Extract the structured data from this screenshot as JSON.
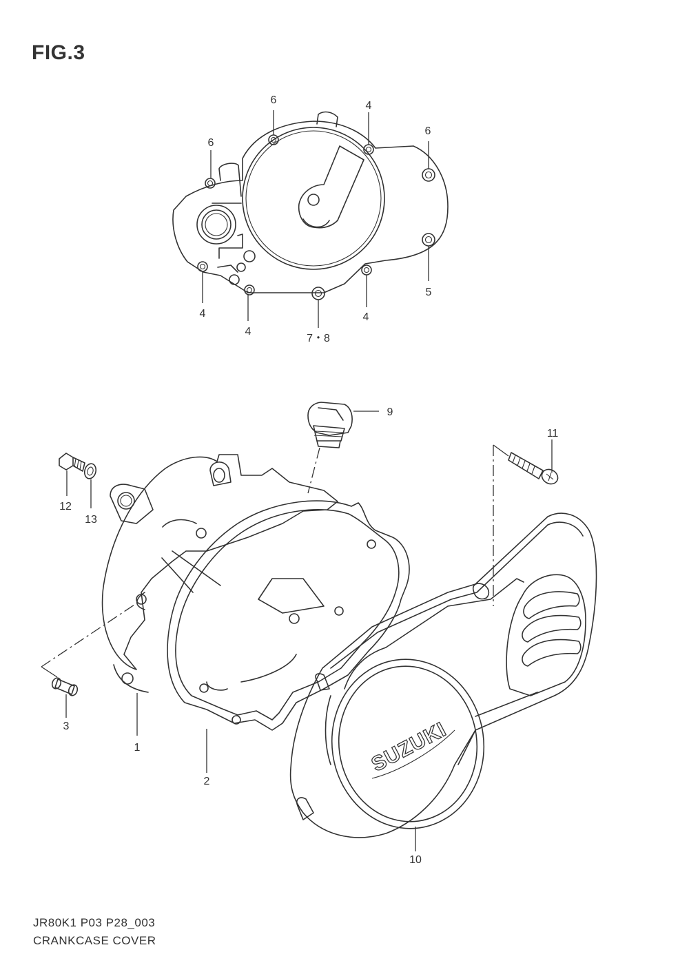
{
  "figure": {
    "title": "FIG.3"
  },
  "footer": {
    "code": "JR80K1 P03 P28_003",
    "name": "CRANKCASE COVER"
  },
  "brand_mark": "SUZUKI",
  "callouts": {
    "top": [
      "6",
      "4",
      "6",
      "6",
      "5",
      "4",
      "4",
      "7・8",
      "4"
    ],
    "bottom": [
      "9",
      "11",
      "12",
      "13",
      "3",
      "1",
      "2",
      "10"
    ]
  }
}
